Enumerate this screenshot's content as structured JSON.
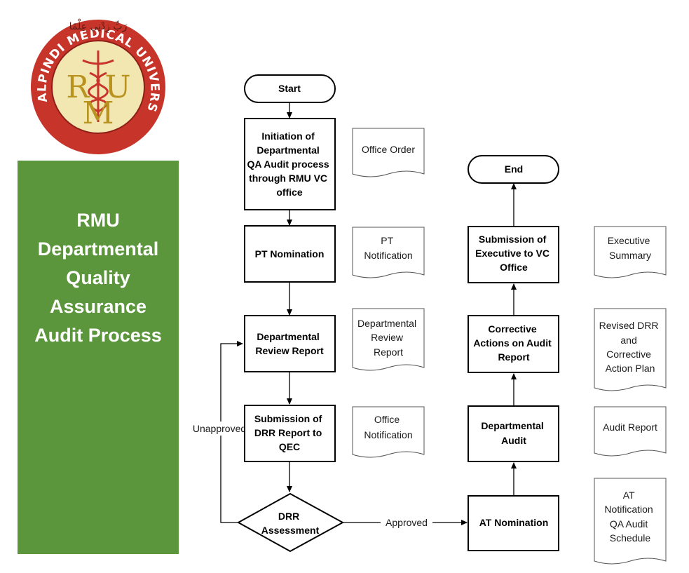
{
  "sidebar": {
    "title_lines": [
      "RMU",
      "Departmental",
      "Quality",
      "Assurance",
      "Audit Process"
    ],
    "logo": {
      "initials": "RMU",
      "ring_text": "RAWALPINDI MEDICAL UNIVERSITY",
      "arabic_text": "رَبِّ زِدْنِي عِلْمًا",
      "ring_color": "#c6342a",
      "inner_color": "#f3e7b1",
      "letter_color": "#b8931f"
    }
  },
  "nodes": {
    "start": "Start",
    "end": "End",
    "initiation": [
      "Initiation of",
      "Departmental",
      "QA Audit process",
      "through RMU VC",
      "office"
    ],
    "pt_nomination": [
      "PT Nomination"
    ],
    "dept_review": [
      "Departmental",
      "Review Report"
    ],
    "submission_drr": [
      "Submission of",
      "DRR Report to",
      "QEC"
    ],
    "drr_assessment": [
      "DRR",
      "Assessment"
    ],
    "at_nomination": [
      "AT Nomination"
    ],
    "dept_audit": [
      "Departmental",
      "Audit"
    ],
    "corrective": [
      "Corrective",
      "Actions on Audit",
      "Report"
    ],
    "submission_exec": [
      "Submission of",
      "Executive to VC",
      "Office"
    ]
  },
  "documents": {
    "office_order": [
      "Office Order"
    ],
    "pt_notification": [
      "PT",
      "Notification"
    ],
    "dept_review_report": [
      "Departmental",
      "Review",
      "Report"
    ],
    "office_notification": [
      "Office",
      "Notification"
    ],
    "executive_summary": [
      "Executive",
      "Summary"
    ],
    "revised_drr": [
      "Revised DRR",
      "and",
      "Corrective",
      "Action Plan"
    ],
    "audit_report": [
      "Audit Report"
    ],
    "at_notification": [
      "AT",
      "Notification",
      "QA Audit",
      "Schedule"
    ]
  },
  "edges": {
    "unapproved": "Unapproved",
    "approved": "Approved"
  }
}
